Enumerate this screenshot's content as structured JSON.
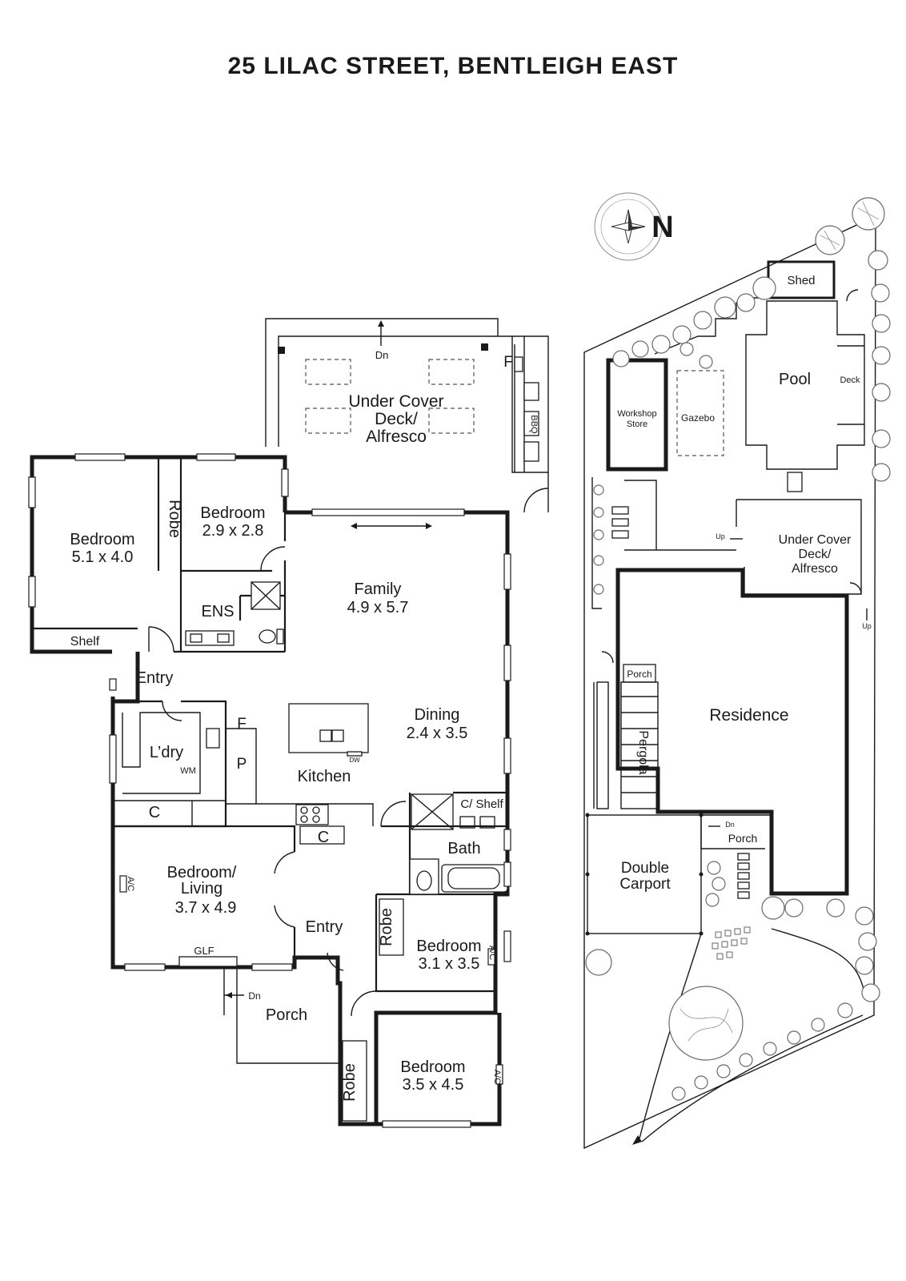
{
  "title": "25  LILAC  STREET, BENTLEIGH  EAST",
  "compass": {
    "label": "N"
  },
  "floor_plan": {
    "alfresco": {
      "name": "Under Cover\nDeck/\nAlfresco",
      "dn": "Dn",
      "f": "F",
      "bbq": "BBQ"
    },
    "bedroom1": {
      "name": "Bedroom",
      "size": "5.1 x 4.0"
    },
    "robe1": "Robe",
    "bedroom2": {
      "name": "Bedroom",
      "size": "2.9 x 2.8"
    },
    "ens": "ENS",
    "shelf": "Shelf",
    "entry1": "Entry",
    "family": {
      "name": "Family",
      "size": "4.9 x 5.7"
    },
    "dining": {
      "name": "Dining",
      "size": "2.4 x 3.5"
    },
    "kitchen": "Kitchen",
    "dw": "DW",
    "f": "F",
    "p": "P",
    "laundry": "L’dry",
    "wm": "WM",
    "c1": "C",
    "c2": "C",
    "c_shelf": "C/ Shelf",
    "bath": "Bath",
    "bedroom_living": {
      "name": "Bedroom/\nLiving",
      "size": "3.7 x 4.9"
    },
    "ac": "A/C",
    "glf": "GLF",
    "entry2": "Entry",
    "robe2": "Robe",
    "bedroom3": {
      "name": "Bedroom",
      "size": "3.1 x 3.5"
    },
    "ac2": "A/C",
    "porch": "Porch",
    "dn": "Dn",
    "robe3": "Robe",
    "bedroom4": {
      "name": "Bedroom",
      "size": "3.5 x 4.5"
    },
    "ac3": "A/C"
  },
  "site_plan": {
    "shed": "Shed",
    "pool": "Pool",
    "deck": "Deck",
    "workshop": "Workshop\nStore",
    "gazebo": "Gazebo",
    "up1": "Up",
    "alfresco": "Under Cover\nDeck/\nAlfresco",
    "up2": "Up",
    "porch1": "Porch",
    "residence": "Residence",
    "pergola": "Pergola",
    "dn": "Dn",
    "porch2": "Porch",
    "carport": "Double\nCarport"
  }
}
